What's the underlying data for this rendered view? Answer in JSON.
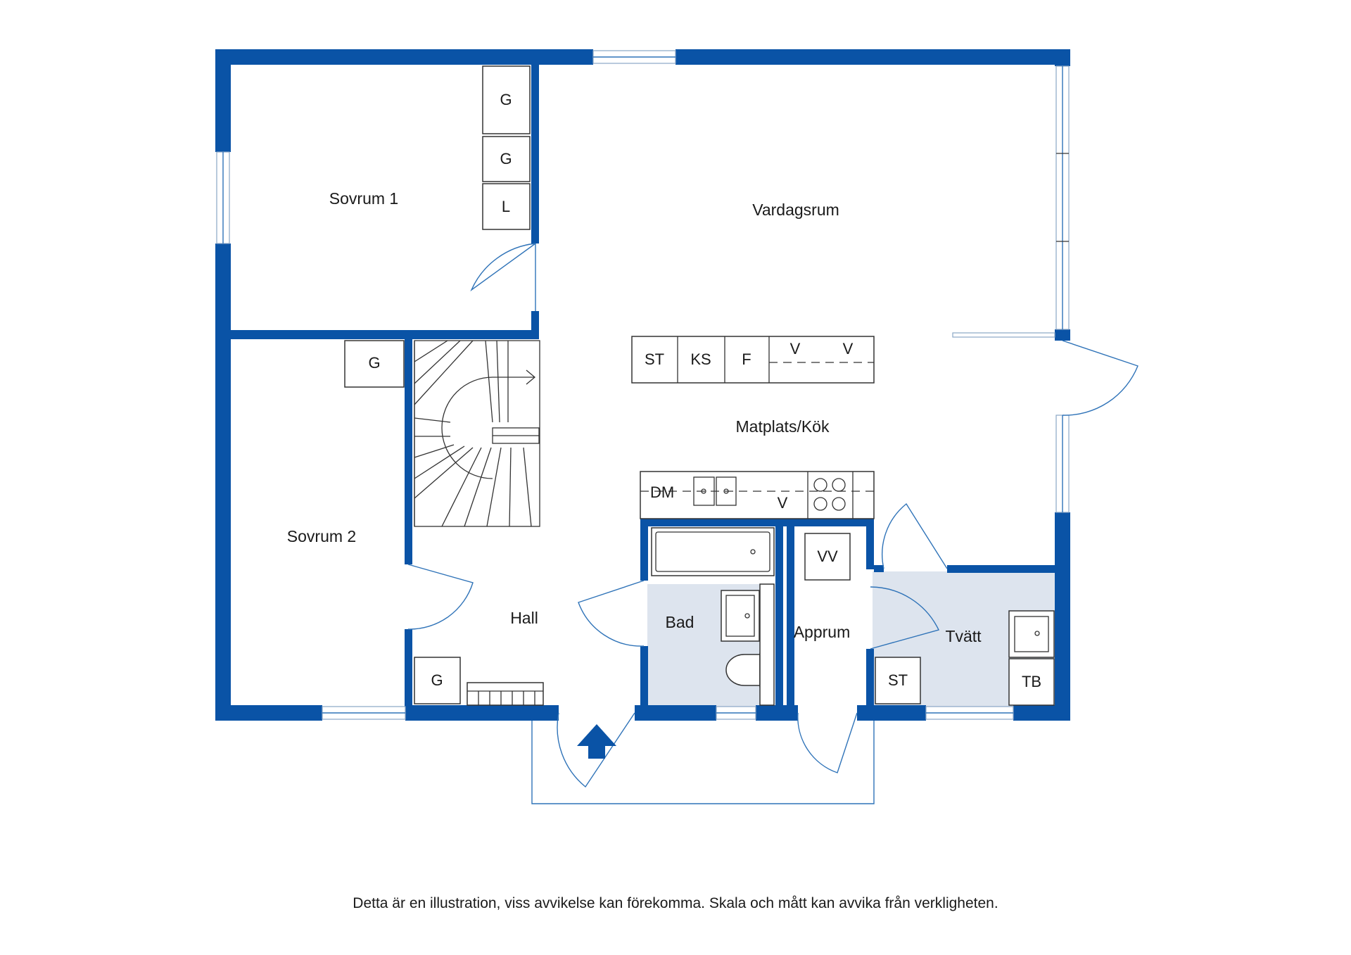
{
  "rooms": {
    "sovrum1": "Sovrum 1",
    "sovrum2": "Sovrum 2",
    "vardagsrum": "Vardagsrum",
    "matplats_kok": "Matplats/Kök",
    "hall": "Hall",
    "bad": "Bad",
    "apprum": "Apprum",
    "tvatt": "Tvätt"
  },
  "fixtures": {
    "sovrum1_closet_1": "G",
    "sovrum1_closet_2": "G",
    "sovrum1_closet_3": "L",
    "sovrum2_closet": "G",
    "hall_closet": "G",
    "kitchen_island_st": "ST",
    "kitchen_island_ks": "KS",
    "kitchen_island_f": "F",
    "kitchen_island_v1": "V",
    "kitchen_island_v2": "V",
    "kitchen_counter_dm": "DM",
    "kitchen_counter_v": "V",
    "apprum_vv": "VV",
    "tvatt_st": "ST",
    "tvatt_tb": "TB"
  },
  "disclaimer": "Detta är en illustration, viss avvikelse kan förekomma. Skala och mått kan avvika från verkligheten.",
  "colors": {
    "wall": "#0a53a6",
    "wet_room_floor": "#dde4ee",
    "door_swing": "#2f73b8",
    "entry_arrow": "#0a53a6"
  }
}
